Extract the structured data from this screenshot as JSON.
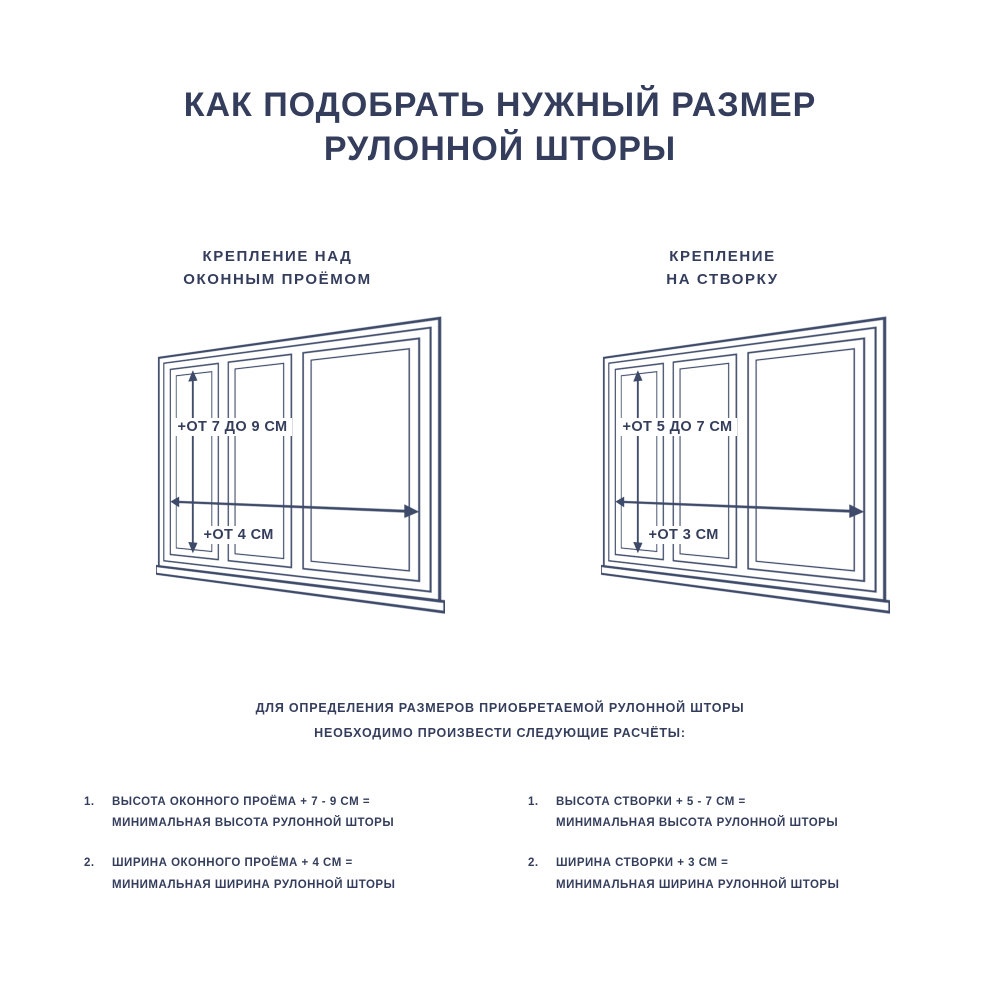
{
  "colors": {
    "ink": "#343e5c",
    "line": "#3e4a69",
    "bg": "#ffffff"
  },
  "title": {
    "line1": "КАК ПОДОБРАТЬ НУЖНЫЙ РАЗМЕР",
    "line2": "РУЛОННОЙ ШТОРЫ"
  },
  "diagrams": [
    {
      "heading_line1": "КРЕПЛЕНИЕ НАД",
      "heading_line2": "ОКОННЫМ ПРОЁМОМ",
      "height_label": "+ОТ 7 ДО 9 СМ",
      "width_label": "+ОТ 4 СМ"
    },
    {
      "heading_line1": "КРЕПЛЕНИЕ",
      "heading_line2": "НА СТВОРКУ",
      "height_label": "+ОТ 5 ДО 7 СМ",
      "width_label": "+ОТ 3 СМ"
    }
  ],
  "note": {
    "line1": "ДЛЯ ОПРЕДЕЛЕНИЯ РАЗМЕРОВ ПРИОБРЕТАЕМОЙ РУЛОННОЙ ШТОРЫ",
    "line2": "НЕОБХОДИМО ПРОИЗВЕСТИ СЛЕДУЮЩИЕ РАСЧЁТЫ:"
  },
  "calculations": {
    "left": [
      {
        "num": "1.",
        "line1": "ВЫСОТА ОКОННОГО ПРОЁМА + 7 - 9 СМ =",
        "line2": "МИНИМАЛЬНАЯ ВЫСОТА РУЛОННОЙ ШТОРЫ"
      },
      {
        "num": "2.",
        "line1": "ШИРИНА ОКОННОГО ПРОЁМА + 4 СМ =",
        "line2": "МИНИМАЛЬНАЯ ШИРИНА РУЛОННОЙ ШТОРЫ"
      }
    ],
    "right": [
      {
        "num": "1.",
        "line1": "ВЫСОТА СТВОРКИ + 5 - 7 СМ =",
        "line2": "МИНИМАЛЬНАЯ ВЫСОТА РУЛОННОЙ ШТОРЫ"
      },
      {
        "num": "2.",
        "line1": "ШИРИНА СТВОРКИ + 3 СМ =",
        "line2": "МИНИМАЛЬНАЯ ШИРИНА РУЛОННОЙ ШТОРЫ"
      }
    ]
  }
}
